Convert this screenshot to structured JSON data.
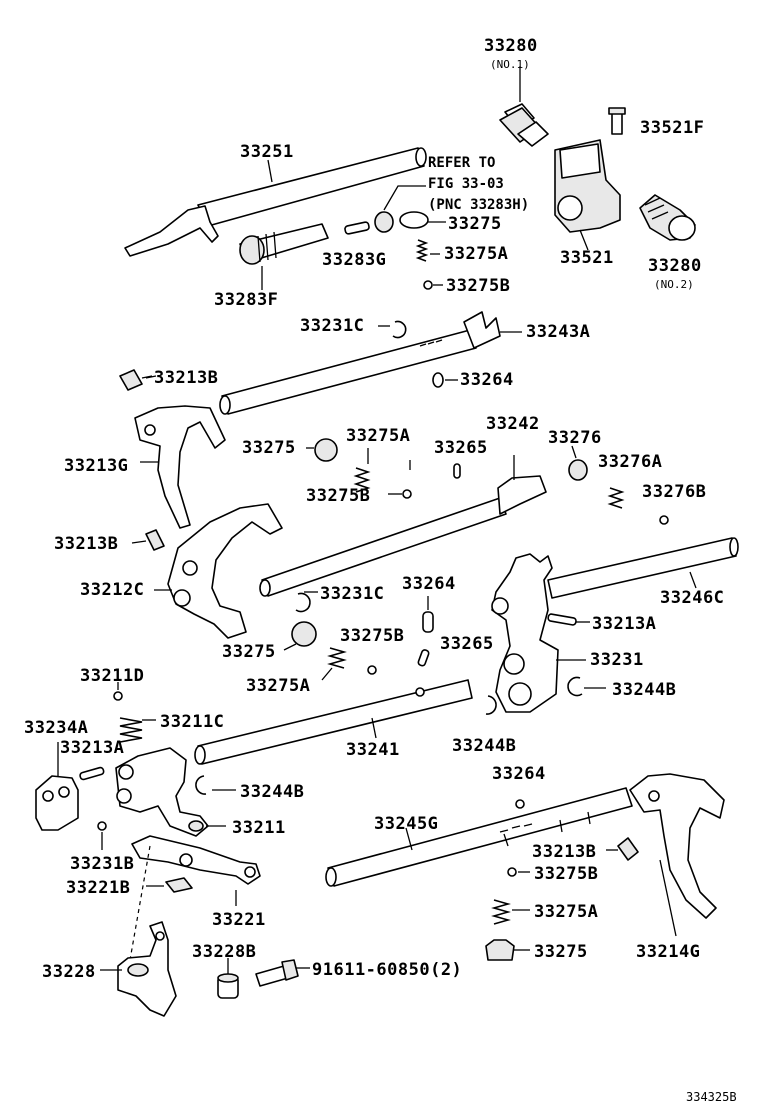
{
  "diagram_code": "334325B",
  "note_refer": {
    "line1": "REFER TO",
    "line2": "FIG 33-03",
    "line3": "(PNC 33283H)"
  },
  "parts": {
    "p33280_no1": "33280",
    "p33280_no1_sub": "(NO.1)",
    "p33521F": "33521F",
    "p33251": "33251",
    "p33275_top": "33275",
    "p33521": "33521",
    "p33280_no2": "33280",
    "p33280_no2_sub": "(NO.2)",
    "p33283G": "33283G",
    "p33275A_top": "33275A",
    "p33283F": "33283F",
    "p33275B_top": "33275B",
    "p33231C_top": "33231C",
    "p33243A": "33243A",
    "p33213B_top": "33213B",
    "p33264_top": "33264",
    "p33275_mid": "33275",
    "p33275A_mid": "33275A",
    "p33265_mid": "33265",
    "p33242": "33242",
    "p33276": "33276",
    "p33213G": "33213G",
    "p33276A": "33276A",
    "p33275B_mid": "33275B",
    "p33276B": "33276B",
    "p33213B_mid": "33213B",
    "p33264_mid": "33264",
    "p33212C": "33212C",
    "p33231C_mid": "33231C",
    "p33246C": "33246C",
    "p33213A_right": "33213A",
    "p33275_low": "33275",
    "p33275B_low": "33275B",
    "p33265_low": "33265",
    "p33231": "33231",
    "p33275A_low": "33275A",
    "p33244B_right": "33244B",
    "p33211D": "33211D",
    "p33234A": "33234A",
    "p33211C": "33211C",
    "p33213A_left": "33213A",
    "p33241": "33241",
    "p33244B_mid": "33244B",
    "p33264_bot": "33264",
    "p33244B_left": "33244B",
    "p33211": "33211",
    "p33245G": "33245G",
    "p33231B": "33231B",
    "p33213B_bot": "33213B",
    "p33221B": "33221B",
    "p33275B_bot": "33275B",
    "p33221": "33221",
    "p33275A_bot": "33275A",
    "p33228": "33228",
    "p33228B": "33228B",
    "p33275_bot": "33275",
    "p33214G": "33214G",
    "p91611": "91611-60850(2)"
  }
}
